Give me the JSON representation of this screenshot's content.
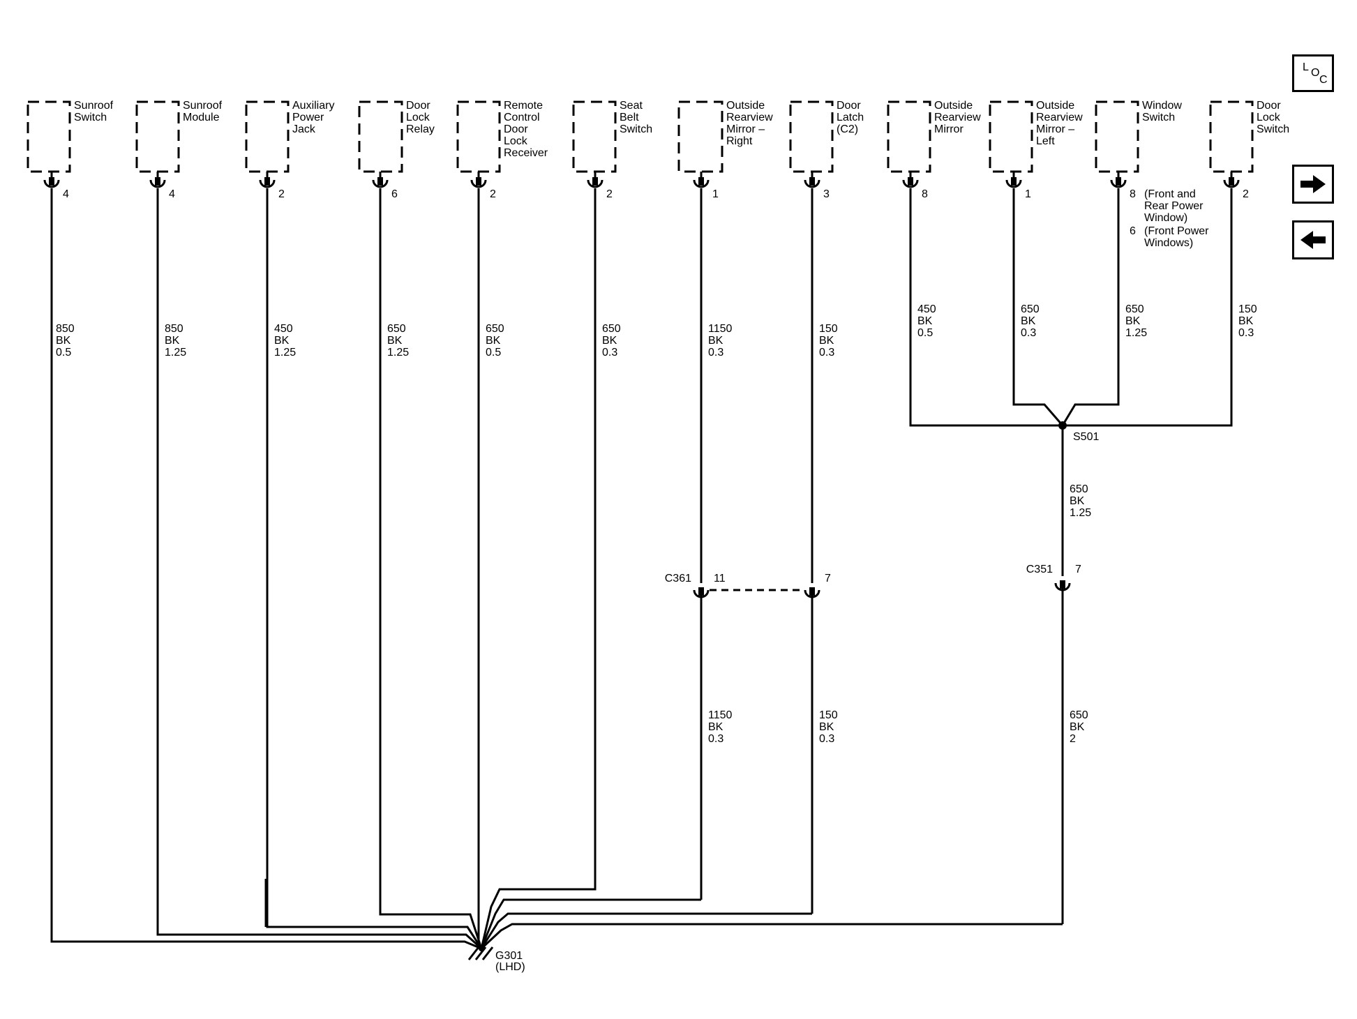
{
  "nav": {
    "loc_letters": [
      "L",
      "O",
      "C"
    ]
  },
  "components": [
    {
      "name": "Sunroof Switch",
      "label_lines": [
        "Sunroof",
        "Switch"
      ],
      "pin": "4",
      "wire": [
        "850",
        "BK",
        "0.5"
      ]
    },
    {
      "name": "Sunroof Module",
      "label_lines": [
        "Sunroof",
        "Module"
      ],
      "pin": "4",
      "wire": [
        "850",
        "BK",
        "1.25"
      ]
    },
    {
      "name": "Auxiliary Power Jack",
      "label_lines": [
        "Auxiliary",
        "Power",
        "Jack"
      ],
      "pin": "2",
      "wire": [
        "450",
        "BK",
        "1.25"
      ]
    },
    {
      "name": "Door Lock Relay",
      "label_lines": [
        "Door",
        "Lock",
        "Relay"
      ],
      "pin": "6",
      "wire": [
        "650",
        "BK",
        "1.25"
      ]
    },
    {
      "name": "Remote Control Door Lock Receiver",
      "label_lines": [
        "Remote",
        "Control",
        "Door",
        "Lock",
        "Receiver"
      ],
      "pin": "2",
      "wire": [
        "650",
        "BK",
        "0.5"
      ]
    },
    {
      "name": "Seat Belt Switch",
      "label_lines": [
        "Seat",
        "Belt",
        "Switch"
      ],
      "pin": "2",
      "wire": [
        "650",
        "BK",
        "0.3"
      ]
    },
    {
      "name": "Outside Rearview Mirror - Right",
      "label_lines": [
        "Outside",
        "Rearview",
        "Mirror –",
        "Right"
      ],
      "pin": "1",
      "wire": [
        "1150",
        "BK",
        "0.3"
      ]
    },
    {
      "name": "Door Latch (C2)",
      "label_lines": [
        "Door",
        "Latch",
        "(C2)"
      ],
      "pin": "3",
      "wire": [
        "150",
        "BK",
        "0.3"
      ]
    },
    {
      "name": "Outside Rearview Mirror",
      "label_lines": [
        "Outside",
        "Rearview",
        "Mirror"
      ],
      "pin": "8",
      "wire": [
        "450",
        "BK",
        "0.5"
      ]
    },
    {
      "name": "Outside Rearview Mirror - Left",
      "label_lines": [
        "Outside",
        "Rearview",
        "Mirror –",
        "Left"
      ],
      "pin": "1",
      "wire": [
        "650",
        "BK",
        "0.3"
      ]
    },
    {
      "name": "Window Switch",
      "label_lines": [
        "Window",
        "Switch"
      ],
      "pin": "8",
      "wire": [
        "650",
        "BK",
        "1.25"
      ]
    },
    {
      "name": "Door Lock Switch",
      "label_lines": [
        "Door",
        "Lock",
        "Switch"
      ],
      "pin": "2",
      "wire": [
        "150",
        "BK",
        "0.3"
      ]
    }
  ],
  "window_switch_notes": {
    "pin8_lines": [
      "(Front and",
      "Rear Power",
      "Window)"
    ],
    "pin6_label": "6",
    "pin6_lines": [
      "(Front Power",
      "Windows)"
    ]
  },
  "connectors": {
    "c361": {
      "name": "C361",
      "pin_a": "11",
      "pin_b": "7"
    },
    "c351": {
      "name": "C351",
      "pin": "7"
    }
  },
  "lower_wires": {
    "mirror_right": [
      "1150",
      "BK",
      "0.3"
    ],
    "door_latch": [
      "150",
      "BK",
      "0.3"
    ],
    "splice_to_c351": [
      "650",
      "BK",
      "1.25"
    ],
    "c351_to_ground": [
      "650",
      "BK",
      "2"
    ]
  },
  "splice": {
    "name": "S501"
  },
  "ground": {
    "name": "G301",
    "note": "(LHD)"
  }
}
